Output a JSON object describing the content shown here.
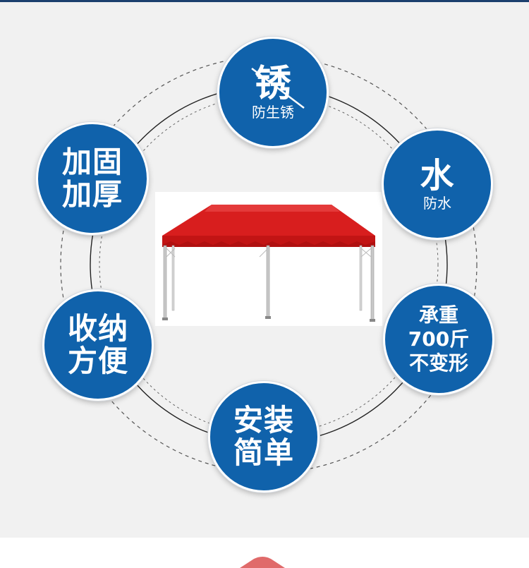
{
  "colors": {
    "badge_blue": "#1062ab",
    "canopy_red": "#d81e1e",
    "background": "#f1f1f1",
    "ring_line": "#333333"
  },
  "features": {
    "rust": {
      "icon_char": "锈",
      "label": "防生锈"
    },
    "water": {
      "icon_char": "水",
      "label": "防水"
    },
    "reinforce": {
      "line1": "加固",
      "line2": "加厚"
    },
    "load": {
      "line1": "承重",
      "line2": "700斤",
      "line3": "不变形"
    },
    "fold": {
      "line1": "收纳",
      "line2": "方便"
    },
    "install": {
      "line1": "安装",
      "line2": "简单"
    }
  },
  "product_image": {
    "icon": "red-folding-tent-illustration"
  }
}
